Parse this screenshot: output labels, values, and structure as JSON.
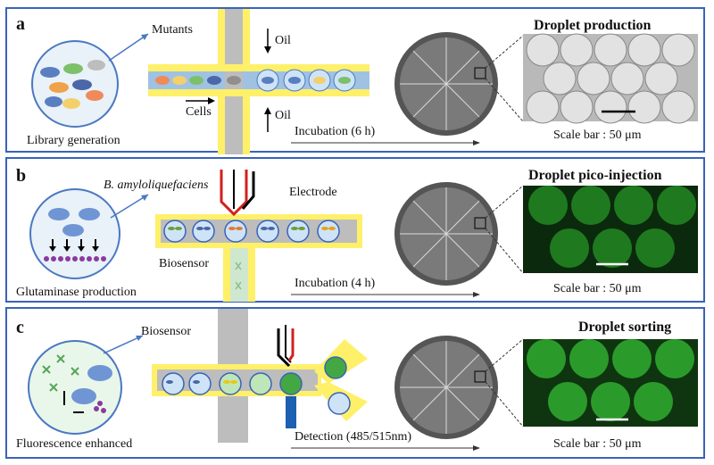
{
  "panels": [
    {
      "letter": "a",
      "title": "Droplet production",
      "circle_caption": "Library generation",
      "labels": [
        "Mutants",
        "Oil",
        "Cells",
        "Oil"
      ],
      "step": "Incubation  (6 h)",
      "scale": "Scale bar : 50 μm",
      "colors": {
        "droplet_fill": "#cfe3f7",
        "oil": "#fff06a",
        "channel": "#bdbdbd"
      }
    },
    {
      "letter": "b",
      "title": "Droplet pico-injection",
      "circle_caption": "Glutaminase production",
      "labels": [
        "B. amyloliquefaciens",
        "Electrode",
        "Biosensor"
      ],
      "step": "Incubation  (4 h)",
      "scale": "Scale bar : 50 μm",
      "colors": {
        "microscopy_bg": "#0b2a0d",
        "microscopy_drop": "#1f7a1f"
      }
    },
    {
      "letter": "c",
      "title": "Droplet sorting",
      "circle_caption": "Fluorescence enhanced",
      "labels": [
        "Biosensor"
      ],
      "step": "Detection  (485/515nm)",
      "scale": "Scale bar : 50 μm",
      "colors": {
        "microscopy_bg": "#0f3510",
        "microscopy_drop": "#2a9b2a",
        "detector": "#1d5fb0"
      }
    }
  ]
}
